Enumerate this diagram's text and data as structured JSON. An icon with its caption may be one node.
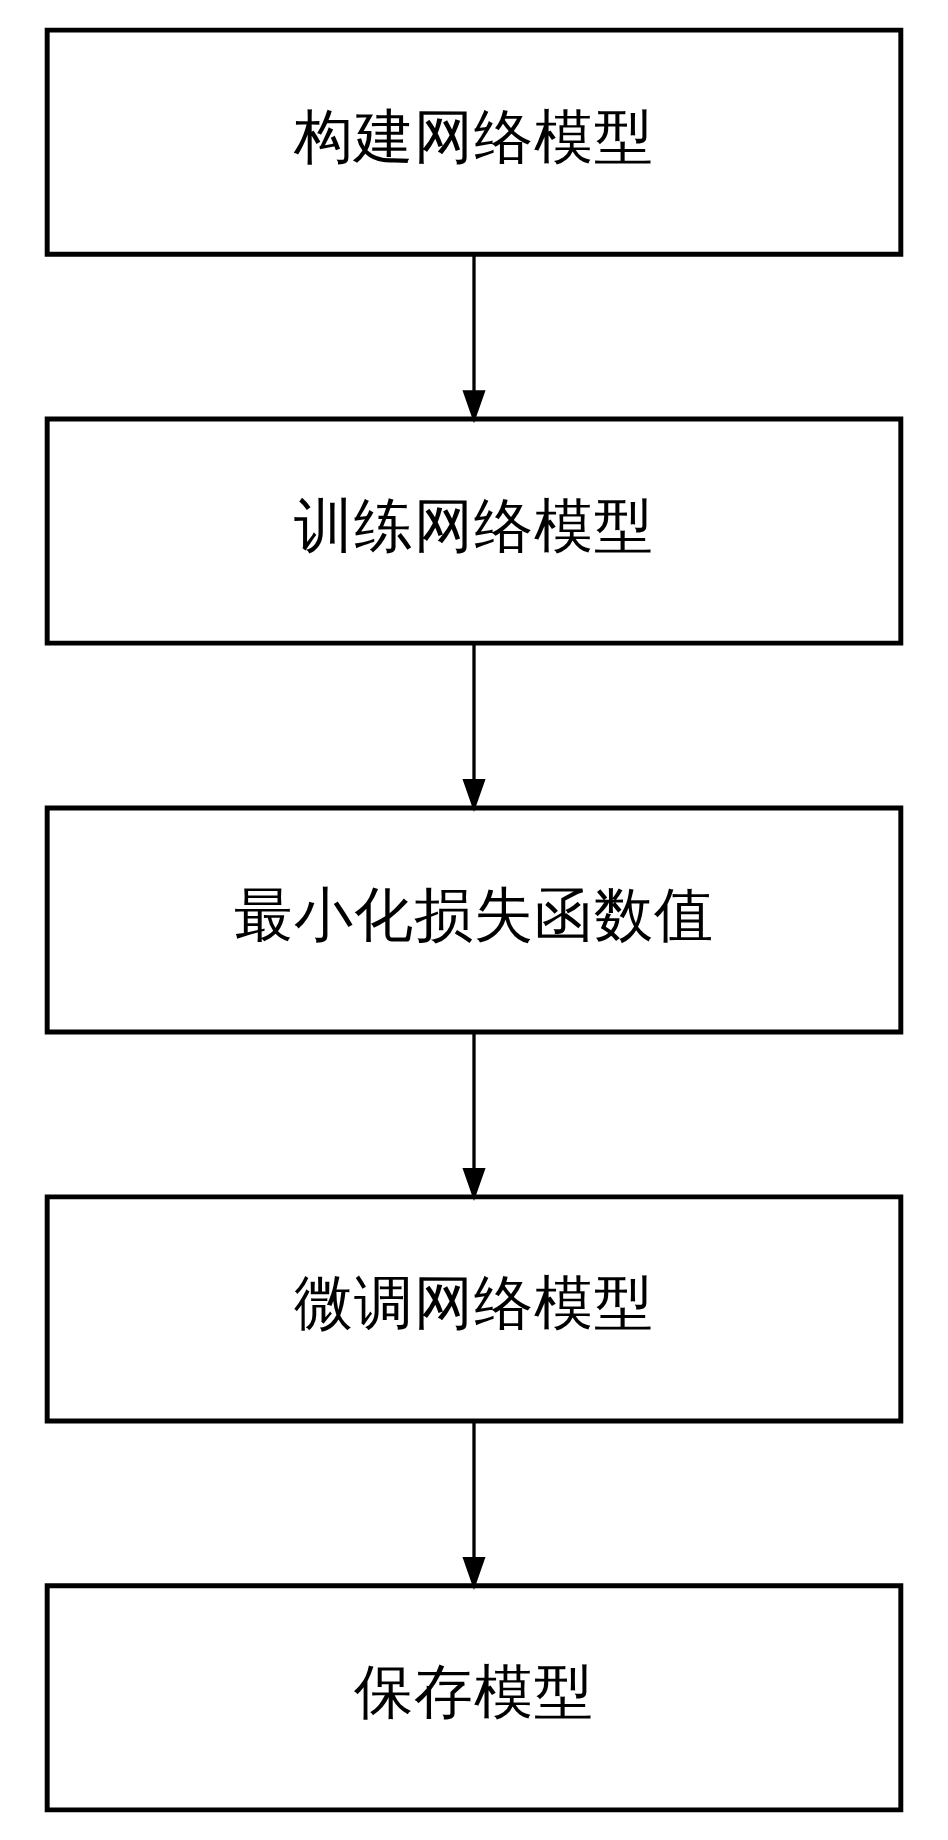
{
  "diagram": {
    "nodes": [
      {
        "text": [
          "构建网络模型"
        ]
      },
      {
        "text": [
          "训练网络模型"
        ]
      },
      {
        "text": [
          "最小化损失函数值"
        ]
      },
      {
        "text": [
          "微调网络模型"
        ]
      },
      {
        "text": [
          "保存模型"
        ]
      }
    ],
    "edges": [
      {
        "from": 0,
        "to": 1,
        "arrow": "to"
      },
      {
        "from": 1,
        "to": 2,
        "arrow": "to"
      },
      {
        "from": 2,
        "to": 3,
        "arrow": "to"
      },
      {
        "from": 3,
        "to": 4,
        "arrow": "to"
      }
    ]
  }
}
